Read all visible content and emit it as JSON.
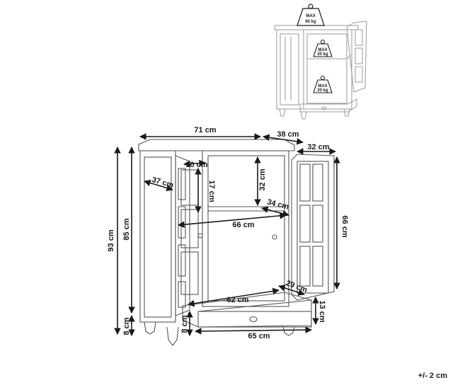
{
  "load_labels": {
    "top": {
      "max": "MAX",
      "value": "60 kg"
    },
    "shelf": {
      "max": "MAX",
      "value": "20 kg"
    },
    "bottom": {
      "max": "MAX",
      "value": "20 kg"
    }
  },
  "dimensions": {
    "width_top": "71 cm",
    "depth_top": "38 cm",
    "door_depth": "32 cm",
    "stile": "10 cm",
    "side_depth": "37 cm",
    "upper_height": "17 cm",
    "shelf_gap": "32 cm",
    "shelf_depth": "34 cm",
    "inner_width": "66 cm",
    "door_height": "66 cm",
    "total_height": "93 cm",
    "body_height": "85 cm",
    "leg_height": "8 cm",
    "inner_depth_bottom": "29 cm",
    "inner_width_bottom": "62 cm",
    "drawer_height": "13 cm",
    "drawer_leg": "8 cm",
    "drawer_width": "65 cm"
  },
  "tolerance": "+/- 2 cm",
  "colors": {
    "line": "#1a1a1a",
    "thumb_line": "#9a9a9a",
    "background": "#ffffff"
  }
}
